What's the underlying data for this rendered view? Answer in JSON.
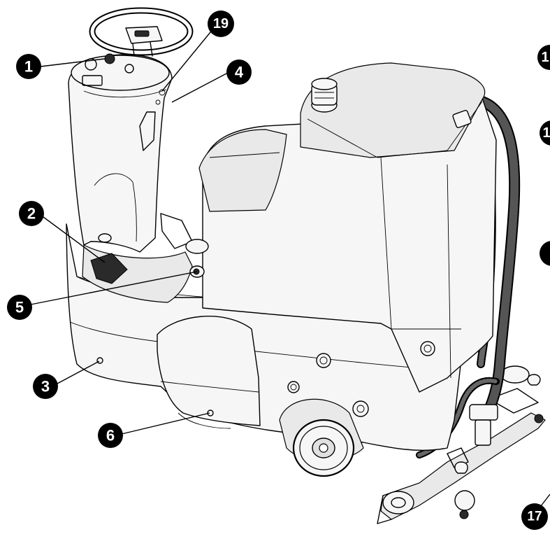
{
  "callouts": [
    {
      "id": "c1",
      "label": "1"
    },
    {
      "id": "c19",
      "label": "19"
    },
    {
      "id": "c4",
      "label": "4"
    },
    {
      "id": "c2",
      "label": "2"
    },
    {
      "id": "c5",
      "label": "5"
    },
    {
      "id": "c3",
      "label": "3"
    },
    {
      "id": "c6",
      "label": "6"
    },
    {
      "id": "c17",
      "label": "17"
    },
    {
      "id": "cr1",
      "label": "1"
    },
    {
      "id": "cr2",
      "label": "1"
    }
  ]
}
